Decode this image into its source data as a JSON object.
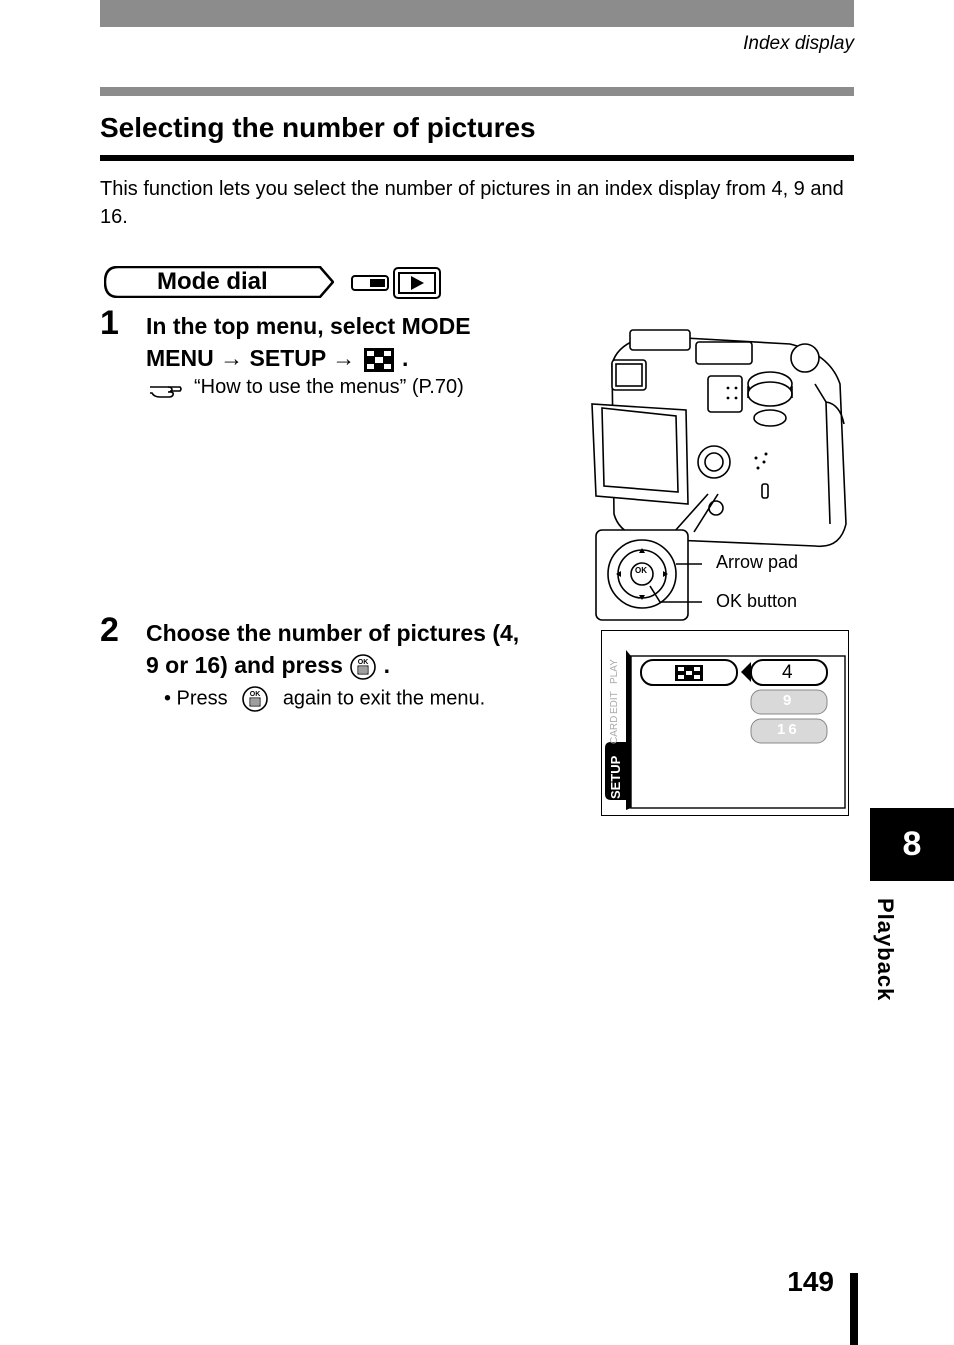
{
  "header": {
    "title": "Index display"
  },
  "section": {
    "title": "Selecting the number of pictures",
    "intro": "This function lets you select the number of pictures in an index display from 4, 9 and 16."
  },
  "mode_dial": {
    "label": "Mode dial"
  },
  "steps": [
    {
      "number": "1",
      "line1": "In the top menu, select MODE",
      "line2_a": "MENU",
      "arrow": "→",
      "line2_b": "SETUP",
      "line2_end": ".",
      "reference": "“How to use the menus” (P.70)"
    },
    {
      "number": "2",
      "line1": "Choose the number of pictures (4,",
      "line2": "9 or 16) and press",
      "line2_end": ".",
      "bullet_pre": "•  Press",
      "bullet_post": "again to exit the menu."
    }
  ],
  "camera_labels": {
    "arrow_pad": "Arrow pad",
    "ok_button": "OK button",
    "ok": "OK"
  },
  "screen": {
    "tabs": [
      "PLAY",
      "EDIT",
      "CARD",
      "SETUP"
    ],
    "options": [
      "4",
      "9",
      "16"
    ]
  },
  "chapter_tab": {
    "number": "8",
    "label": "Playback"
  },
  "page_number": "149"
}
